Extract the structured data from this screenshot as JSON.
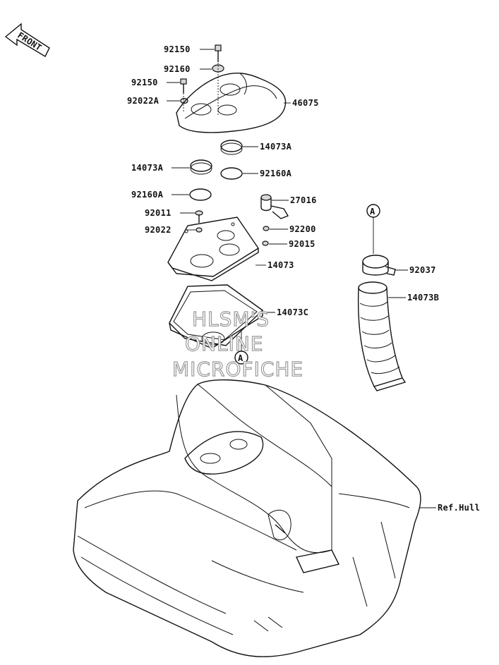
{
  "front_badge": "FRONT",
  "parts": [
    {
      "id": "p1",
      "label": "92150"
    },
    {
      "id": "p2",
      "label": "92160"
    },
    {
      "id": "p3",
      "label": "92150"
    },
    {
      "id": "p4",
      "label": "92022A"
    },
    {
      "id": "p5",
      "label": "46075"
    },
    {
      "id": "p6",
      "label": "14073A"
    },
    {
      "id": "p7",
      "label": "14073A"
    },
    {
      "id": "p8",
      "label": "92160A"
    },
    {
      "id": "p9",
      "label": "92160A"
    },
    {
      "id": "p10",
      "label": "27016"
    },
    {
      "id": "p11",
      "label": "92011"
    },
    {
      "id": "p12",
      "label": "92022"
    },
    {
      "id": "p13",
      "label": "92200"
    },
    {
      "id": "p14",
      "label": "92015"
    },
    {
      "id": "p15",
      "label": "14073"
    },
    {
      "id": "p16",
      "label": "14073C"
    },
    {
      "id": "p17",
      "label": "92037"
    },
    {
      "id": "p18",
      "label": "14073B"
    },
    {
      "id": "p19",
      "label": "Ref.Hull"
    }
  ],
  "connectors": [
    "A",
    "A"
  ],
  "watermark": [
    "HLSM'S",
    "ONLINE",
    "MICROFICHE"
  ]
}
